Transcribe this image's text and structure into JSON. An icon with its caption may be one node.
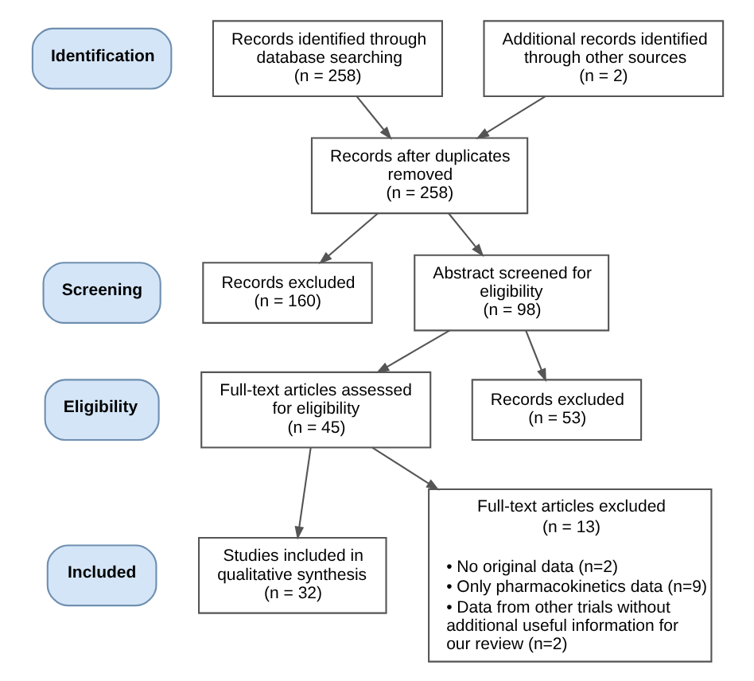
{
  "diagram": {
    "nodes": [
      {
        "text": [
          "Identification"
        ]
      },
      {
        "text": [
          "Records identified through database searching",
          "(n = 258)"
        ]
      },
      {
        "text": [
          "Additional records identified through other sources",
          "(n = 2)"
        ]
      },
      {
        "text": [
          "Records after duplicates removed",
          "(n = 258)"
        ]
      },
      {
        "text": [
          "Screening"
        ]
      },
      {
        "text": [
          "Records excluded",
          "(n = 160)"
        ]
      },
      {
        "text": [
          "Abstract screened for eligibility",
          "(n = 98)"
        ]
      },
      {
        "text": [
          "Records excluded",
          "(n = 53)"
        ]
      },
      {
        "text": [
          "Eligibility"
        ]
      },
      {
        "text": [
          "Full-text articles assessed for eligibility",
          "(n = 45)"
        ]
      },
      {
        "text": [
          "Full-text articles excluded",
          "(n = 13)",
          "• No original data (n=2)",
          "• Only pharmacokinetics data (n=9)",
          "• Data from other trials without additional useful information for our review (n=2)"
        ]
      },
      {
        "text": [
          "Included"
        ]
      },
      {
        "text": [
          "Studies included in qualitative synthesis",
          "(n = 32)"
        ]
      }
    ],
    "edges": [
      {
        "from": 1,
        "to": 3,
        "arrow": "to"
      },
      {
        "from": 2,
        "to": 3,
        "arrow": "to"
      },
      {
        "from": 3,
        "to": 5,
        "arrow": "to"
      },
      {
        "from": 3,
        "to": 6,
        "arrow": "to"
      },
      {
        "from": 6,
        "to": 7,
        "arrow": "to"
      },
      {
        "from": 6,
        "to": 9,
        "arrow": "to"
      },
      {
        "from": 9,
        "to": 10,
        "arrow": "to"
      },
      {
        "from": 9,
        "to": 12,
        "arrow": "to"
      }
    ]
  }
}
